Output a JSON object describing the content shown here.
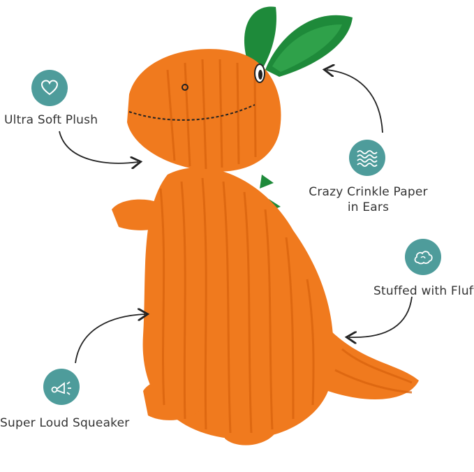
{
  "image": {
    "subject": "orange corduroy plush dinosaur dog toy with green ears and spikes",
    "background": "#ffffff"
  },
  "colors": {
    "icon_circle": "#4e9c9b",
    "toy_orange": "#f07a1e",
    "toy_shadow": "#d9620d",
    "toy_green": "#1e8a3a",
    "arrow": "#222222",
    "text": "#333333"
  },
  "features": [
    {
      "id": "soft",
      "icon": "heart-icon",
      "label": "Ultra Soft Plush"
    },
    {
      "id": "crinkle",
      "icon": "waves-icon",
      "label_line1": "Crazy Crinkle Paper",
      "label_line2": "in Ears"
    },
    {
      "id": "fluff",
      "icon": "cloud-icon",
      "label": "Stuffed with Fluff"
    },
    {
      "id": "squeaker",
      "icon": "horn-icon",
      "label": "Super Loud Squeaker"
    }
  ]
}
